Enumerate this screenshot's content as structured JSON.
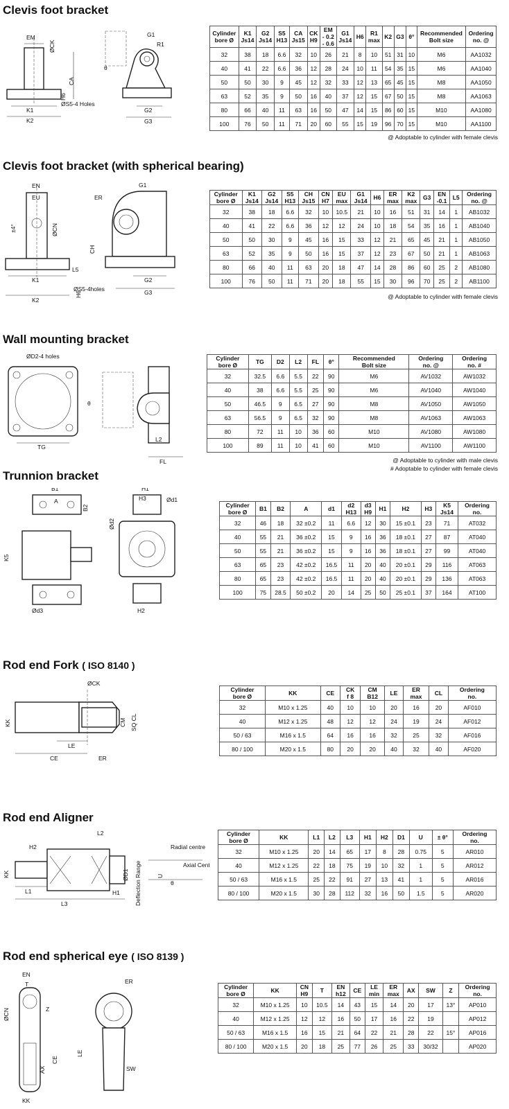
{
  "sections": {
    "clevis_foot": {
      "title": "Clevis foot bracket",
      "labels": [
        "EM",
        "ØCK",
        "CA",
        "H6",
        "K1",
        "K2",
        "ØS5-4 Holes",
        "G1",
        "R1",
        "θ",
        "G2",
        "G3"
      ],
      "headers": [
        "Cylinder\nbore Ø",
        "K1\nJs14",
        "G2\nJs14",
        "S5\nH13",
        "CA\nJs15",
        "CK\nH9",
        "EM\n- 0.2\n- 0.6",
        "G1\nJs14",
        "H6",
        "R1\nmax",
        "K2",
        "G3",
        "θ°",
        "Recommended\nBolt size",
        "Ordering\nno. @"
      ],
      "rows": [
        [
          "32",
          "38",
          "18",
          "6.6",
          "32",
          "10",
          "26",
          "21",
          "8",
          "10",
          "51",
          "31",
          "10",
          "M6",
          "AA1032"
        ],
        [
          "40",
          "41",
          "22",
          "6.6",
          "36",
          "12",
          "28",
          "24",
          "10",
          "11",
          "54",
          "35",
          "15",
          "M6",
          "AA1040"
        ],
        [
          "50",
          "50",
          "30",
          "9",
          "45",
          "12",
          "32",
          "33",
          "12",
          "13",
          "65",
          "45",
          "15",
          "M8",
          "AA1050"
        ],
        [
          "63",
          "52",
          "35",
          "9",
          "50",
          "16",
          "40",
          "37",
          "12",
          "15",
          "67",
          "50",
          "15",
          "M8",
          "AA1063"
        ],
        [
          "80",
          "66",
          "40",
          "11",
          "63",
          "16",
          "50",
          "47",
          "14",
          "15",
          "86",
          "60",
          "15",
          "M10",
          "AA1080"
        ],
        [
          "100",
          "76",
          "50",
          "11",
          "71",
          "20",
          "60",
          "55",
          "15",
          "19",
          "96",
          "70",
          "15",
          "M10",
          "AA1100"
        ]
      ],
      "notes": [
        "@ Adoptable to cylinder with female clevis"
      ]
    },
    "clevis_foot_spherical": {
      "title": "Clevis foot bracket (with spherical bearing)",
      "labels": [
        "EN",
        "EU",
        "±4°",
        "ØCN",
        "L5",
        "H6",
        "K1",
        "K2",
        "ØS5-4holes",
        "ER",
        "G1",
        "CH",
        "G2",
        "G3"
      ],
      "headers": [
        "Cylinder\nbore Ø",
        "K1\nJs14",
        "G2\nJs14",
        "S5\nH13",
        "CH\nJs15",
        "CN\nH7",
        "EU\nmax",
        "G1\nJs14",
        "H6",
        "ER\nmax",
        "K2\nmax",
        "G3",
        "EN\n-0.1",
        "L5",
        "Ordering\nno. @"
      ],
      "rows": [
        [
          "32",
          "38",
          "18",
          "6.6",
          "32",
          "10",
          "10.5",
          "21",
          "10",
          "16",
          "51",
          "31",
          "14",
          "1",
          "AB1032"
        ],
        [
          "40",
          "41",
          "22",
          "6.6",
          "36",
          "12",
          "12",
          "24",
          "10",
          "18",
          "54",
          "35",
          "16",
          "1",
          "AB1040"
        ],
        [
          "50",
          "50",
          "30",
          "9",
          "45",
          "16",
          "15",
          "33",
          "12",
          "21",
          "65",
          "45",
          "21",
          "1",
          "AB1050"
        ],
        [
          "63",
          "52",
          "35",
          "9",
          "50",
          "16",
          "15",
          "37",
          "12",
          "23",
          "67",
          "50",
          "21",
          "1",
          "AB1063"
        ],
        [
          "80",
          "66",
          "40",
          "11",
          "63",
          "20",
          "18",
          "47",
          "14",
          "28",
          "86",
          "60",
          "25",
          "2",
          "AB1080"
        ],
        [
          "100",
          "76",
          "50",
          "11",
          "71",
          "20",
          "18",
          "55",
          "15",
          "30",
          "96",
          "70",
          "25",
          "2",
          "AB1100"
        ]
      ],
      "notes": [
        "@ Adoptable to cylinder with female clevis"
      ]
    },
    "wall_mounting": {
      "title": "Wall mounting bracket",
      "labels": [
        "ØD2-4 holes",
        "TG",
        "θ",
        "L2",
        "FL"
      ],
      "headers": [
        "Cylinder\nbore Ø",
        "TG",
        "D2",
        "L2",
        "FL",
        "θ°",
        "Recommended\nBolt size",
        "Ordering\nno. @",
        "Ordering\nno. #"
      ],
      "rows": [
        [
          "32",
          "32.5",
          "6.6",
          "5.5",
          "22",
          "90",
          "M6",
          "AV1032",
          "AW1032"
        ],
        [
          "40",
          "38",
          "6.6",
          "5.5",
          "25",
          "90",
          "M6",
          "AV1040",
          "AW1040"
        ],
        [
          "50",
          "46.5",
          "9",
          "6.5",
          "27",
          "90",
          "M8",
          "AV1050",
          "AW1050"
        ],
        [
          "63",
          "56.5",
          "9",
          "6.5",
          "32",
          "90",
          "M8",
          "AV1063",
          "AW1063"
        ],
        [
          "80",
          "72",
          "11",
          "10",
          "36",
          "60",
          "M10",
          "AV1080",
          "AW1080"
        ],
        [
          "100",
          "89",
          "11",
          "10",
          "41",
          "60",
          "M10",
          "AV1100",
          "AW1100"
        ]
      ],
      "notes": [
        "@ Adoptable to cylinder with male clevis",
        "# Adoptable to cylinder with female clevis"
      ]
    },
    "trunnion": {
      "title": "Trunnion bracket",
      "labels": [
        "B1",
        "A",
        "B2",
        "K5",
        "Ød3",
        "H1",
        "H3",
        "Ød1",
        "Ød2",
        "H2"
      ],
      "headers": [
        "Cylinder\nbore Ø",
        "B1",
        "B2",
        "A",
        "d1",
        "d2\nH13",
        "d3\nH9",
        "H1",
        "H2",
        "H3",
        "K5\nJs14",
        "Ordering\nno."
      ],
      "rows": [
        [
          "32",
          "46",
          "18",
          "32 ±0.2",
          "11",
          "6.6",
          "12",
          "30",
          "15 ±0.1",
          "23",
          "71",
          "AT032"
        ],
        [
          "40",
          "55",
          "21",
          "36 ±0.2",
          "15",
          "9",
          "16",
          "36",
          "18 ±0.1",
          "27",
          "87",
          "AT040"
        ],
        [
          "50",
          "55",
          "21",
          "36 ±0.2",
          "15",
          "9",
          "16",
          "36",
          "18 ±0.1",
          "27",
          "99",
          "AT040"
        ],
        [
          "63",
          "65",
          "23",
          "42 ±0.2",
          "16.5",
          "11",
          "20",
          "40",
          "20 ±0.1",
          "29",
          "116",
          "AT063"
        ],
        [
          "80",
          "65",
          "23",
          "42 ±0.2",
          "16.5",
          "11",
          "20",
          "40",
          "20 ±0.1",
          "29",
          "136",
          "AT063"
        ],
        [
          "100",
          "75",
          "28.5",
          "50 ±0.2",
          "20",
          "14",
          "25",
          "50",
          "25 ±0.1",
          "37",
          "164",
          "AT100"
        ]
      ]
    },
    "rod_end_fork": {
      "title": "Rod end Fork",
      "subtitle": "( ISO 8140 )",
      "labels": [
        "ØCK",
        "KK",
        "CM",
        "SQ CL",
        "LE",
        "CE",
        "ER"
      ],
      "headers": [
        "Cylinder\nbore Ø",
        "KK",
        "CE",
        "CK\nf 8",
        "CM\nB12",
        "LE",
        "ER\nmax",
        "CL",
        "Ordering\nno."
      ],
      "rows": [
        [
          "32",
          "M10 x 1.25",
          "40",
          "10",
          "10",
          "20",
          "16",
          "20",
          "AF010"
        ],
        [
          "40",
          "M12 x 1.25",
          "48",
          "12",
          "12",
          "24",
          "19",
          "24",
          "AF012"
        ],
        [
          "50 / 63",
          "M16 x 1.5",
          "64",
          "16",
          "16",
          "32",
          "25",
          "32",
          "AF016"
        ],
        [
          "80 / 100",
          "M20 x 1.5",
          "80",
          "20",
          "20",
          "40",
          "32",
          "40",
          "AF020"
        ]
      ]
    },
    "rod_end_aligner": {
      "title": "Rod end Aligner",
      "labels": [
        "L2",
        "H2",
        "KK",
        "L1",
        "L3",
        "H1",
        "ØD1",
        "Deflection Range",
        "Radial centre",
        "Axial Centre",
        "U",
        "θ"
      ],
      "headers": [
        "Cylinder\nbore Ø",
        "KK",
        "L1",
        "L2",
        "L3",
        "H1",
        "H2",
        "D1",
        "U",
        "± θ°",
        "Ordering\nno."
      ],
      "rows": [
        [
          "32",
          "M10 x 1.25",
          "20",
          "14",
          "65",
          "17",
          "8",
          "28",
          "0.75",
          "5",
          "AR010"
        ],
        [
          "40",
          "M12 x 1.25",
          "22",
          "18",
          "75",
          "19",
          "10",
          "32",
          "1",
          "5",
          "AR012"
        ],
        [
          "50 / 63",
          "M16 x 1.5",
          "25",
          "22",
          "91",
          "27",
          "13",
          "41",
          "1",
          "5",
          "AR016"
        ],
        [
          "80 / 100",
          "M20 x 1.5",
          "30",
          "28",
          "112",
          "32",
          "16",
          "50",
          "1.5",
          "5",
          "AR020"
        ]
      ]
    },
    "rod_end_spherical": {
      "title": "Rod end spherical eye",
      "subtitle": "( ISO 8139 )",
      "labels": [
        "EN",
        "T",
        "ØCN",
        "Z",
        "LE",
        "AX",
        "CE",
        "KK",
        "ER",
        "SW"
      ],
      "headers": [
        "Cylinder\nbore Ø",
        "KK",
        "CN\nH9",
        "T",
        "EN\nh12",
        "CE",
        "LE\nmin",
        "ER\nmax",
        "AX",
        "SW",
        "Z",
        "Ordering\nno."
      ],
      "rows": [
        [
          "32",
          "M10 x 1.25",
          "10",
          "10.5",
          "14",
          "43",
          "15",
          "14",
          "20",
          "17",
          "13°",
          "AP010"
        ],
        [
          "40",
          "M12 x 1.25",
          "12",
          "12",
          "16",
          "50",
          "17",
          "16",
          "22",
          "19",
          "",
          "AP012"
        ],
        [
          "50 / 63",
          "M16 x 1.5",
          "16",
          "15",
          "21",
          "64",
          "22",
          "21",
          "28",
          "22",
          "15°",
          "AP016"
        ],
        [
          "80 / 100",
          "M20 x 1.5",
          "20",
          "18",
          "25",
          "77",
          "26",
          "25",
          "33",
          "30/32",
          "",
          "AP020"
        ]
      ]
    }
  }
}
